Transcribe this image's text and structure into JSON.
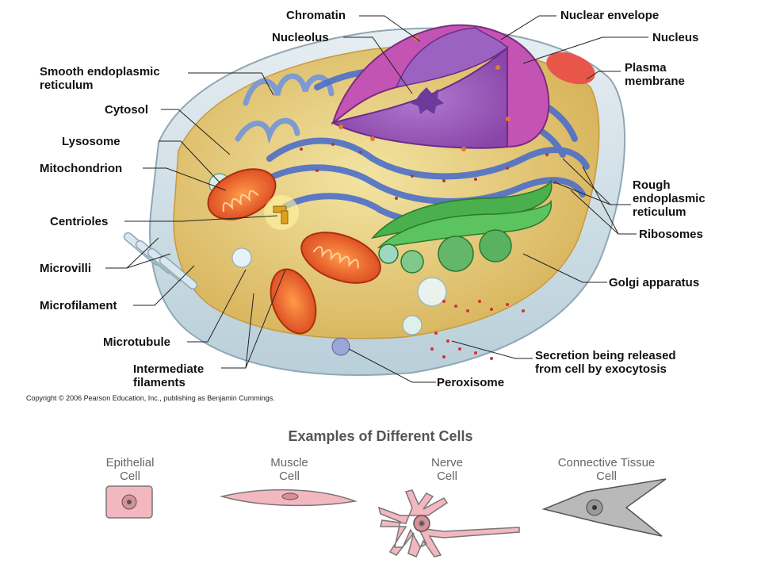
{
  "labels": {
    "chromatin": "Chromatin",
    "nuclear_envelope": "Nuclear envelope",
    "nucleolus": "Nucleolus",
    "nucleus": "Nucleus",
    "smooth_er": [
      "Smooth endoplasmic",
      "reticulum"
    ],
    "plasma_membrane": [
      "Plasma",
      "membrane"
    ],
    "cytosol": "Cytosol",
    "lysosome": "Lysosome",
    "mitochondrion": "Mitochondrion",
    "rough_er": [
      "Rough",
      "endoplasmic",
      "reticulum"
    ],
    "centrioles": "Centrioles",
    "ribosomes": "Ribosomes",
    "microvilli": "Microvilli",
    "golgi": "Golgi apparatus",
    "microfilament": "Microfilament",
    "microtubule": "Microtubule",
    "secretion": [
      "Secretion being released",
      "from cell by exocytosis"
    ],
    "intermediate_filaments": [
      "Intermediate",
      "filaments"
    ],
    "peroxisome": "Peroxisome"
  },
  "copyright": "Copyright © 2006 Pearson Education, Inc., publishing as Benjamin Cummings.",
  "examples": {
    "title": "Examples of Different Cells",
    "cells": [
      {
        "line1": "Epithelial",
        "line2": "Cell"
      },
      {
        "line1": "Muscle",
        "line2": "Cell"
      },
      {
        "line1": "Nerve",
        "line2": "Cell"
      },
      {
        "line1": "Connective Tissue",
        "line2": "Cell"
      }
    ]
  },
  "colors": {
    "nucleus": "#a85bb8",
    "nuclear_envelope": "#d24fb0",
    "rough_er": "#4b6ec9",
    "golgi": "#3fae48",
    "mitochondrion": "#f06a2a",
    "cytosol": "#e7c873",
    "plasma_membrane": "#cfe0e8",
    "example_cell_fill": "#f3b8bf"
  }
}
